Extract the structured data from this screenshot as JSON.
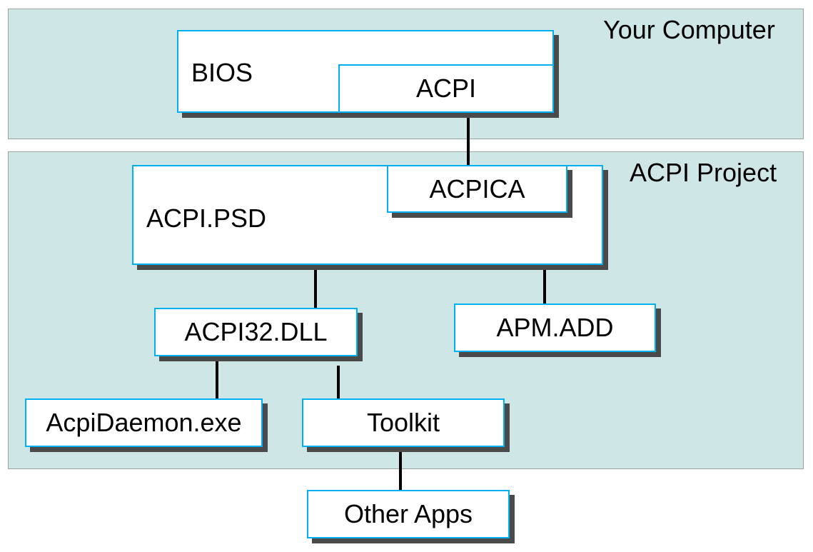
{
  "regions": {
    "your_computer": {
      "label": "Your Computer"
    },
    "acpi_project": {
      "label": "ACPI Project"
    }
  },
  "components": {
    "bios": "BIOS",
    "acpi": "ACPI",
    "acpi_psd": "ACPI.PSD",
    "acpica": "ACPICA",
    "acpi32_dll": "ACPI32.DLL",
    "apm_add": "APM.ADD",
    "acpi_daemon": "AcpiDaemon.exe",
    "toolkit": "Toolkit",
    "other_apps": "Other Apps"
  },
  "colors": {
    "region_fill": "#cfe6e6",
    "box_border": "#00b0f0",
    "shadow": "#4a4a4a",
    "connector": "#000000"
  }
}
